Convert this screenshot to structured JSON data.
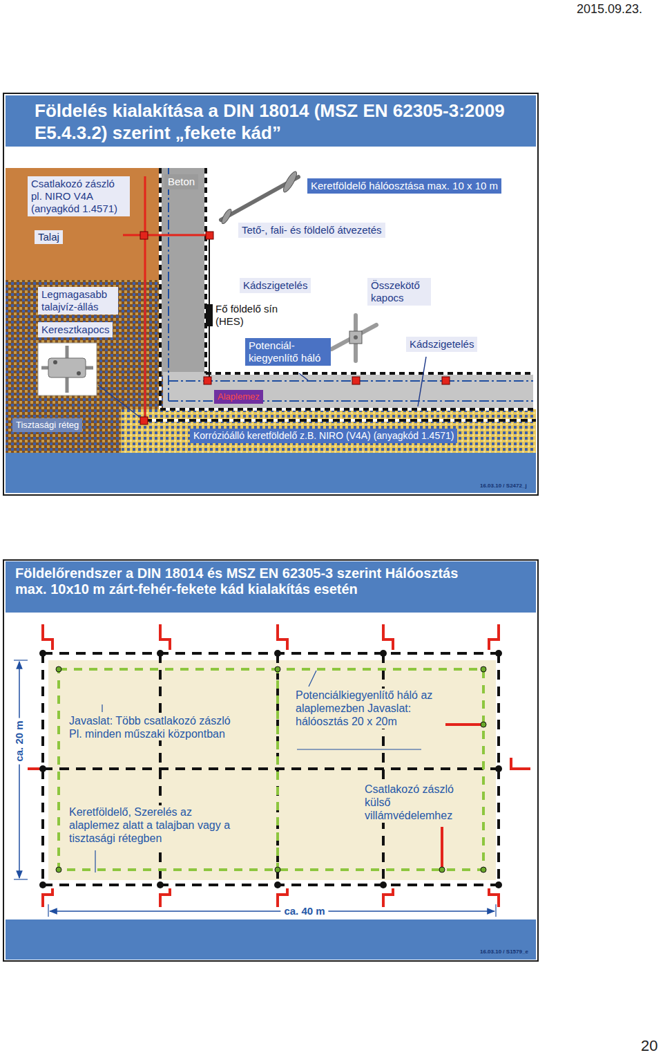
{
  "diagram": {
    "nodes": [
      {
        "text": [
          "Földelés kialakítása a DIN 18014 (MSZ EN 62305-3:2009 E5.4.3.2) szerint „fekete kád”",
          "16.03.10 / S2472_j"
        ]
      },
      {
        "text": [
          "Csatlakozó zászló pl. NIRO V4A (anyagkód 1.4571)"
        ],
        "in": 0
      },
      {
        "text": [
          "Beton"
        ],
        "in": 0
      },
      {
        "text": [
          "Keretföldelő hálóosztása max. 10 x 10 m"
        ],
        "in": 0
      },
      {
        "text": [
          "Tető-, fali- és földelő átvezetés"
        ],
        "in": 0
      },
      {
        "text": [
          "Kádszigetelés"
        ],
        "in": 0
      },
      {
        "text": [
          "Összekötő kapocs"
        ],
        "in": 0
      },
      {
        "text": [
          "Legmagasabb talajvíz-állás"
        ],
        "in": 0
      },
      {
        "text": [
          "Keresztkapocs"
        ],
        "in": 0
      },
      {
        "text": [
          "Potenciál- kiegyenlítő háló"
        ],
        "in": 0
      },
      {
        "text": [
          "Kádszigetelés"
        ],
        "in": 0
      },
      {
        "text": [
          "Alaplemez"
        ],
        "in": 0
      },
      {
        "text": [
          "Tisztasági réteg"
        ],
        "in": 0
      },
      {
        "text": [
          "Korrózióálló keretföldelő z.B. NIRO (V4A) (anyagkód 1.4571)"
        ],
        "in": 0
      },
      {
        "text": [
          "Földelőrendszer a DIN 18014 és MSZ EN 62305-3 szerint Hálóosztás max. 10x10 m zárt-fehér-fekete kád kialakítás esetén",
          "16.03.10 / S1579_e"
        ]
      }
    ],
    "labels": [
      "2015.09.23.",
      "Talaj",
      "Fő földelő sín (HES)",
      "Javaslat: Több csatlakozó zászló Pl. minden műszaki központban",
      "Potenciálkiegyenlítő háló az alaplemezben Javaslat: hálóosztás 20 x 20m",
      "ca. 20 m",
      "Keretföldelő, Szerelés az alaplemez alatt a talajban vagy a tisztasági rétegben",
      "Csatlakozó zászló külső villámvédelemhez",
      "ca. 40 m",
      "20"
    ]
  }
}
